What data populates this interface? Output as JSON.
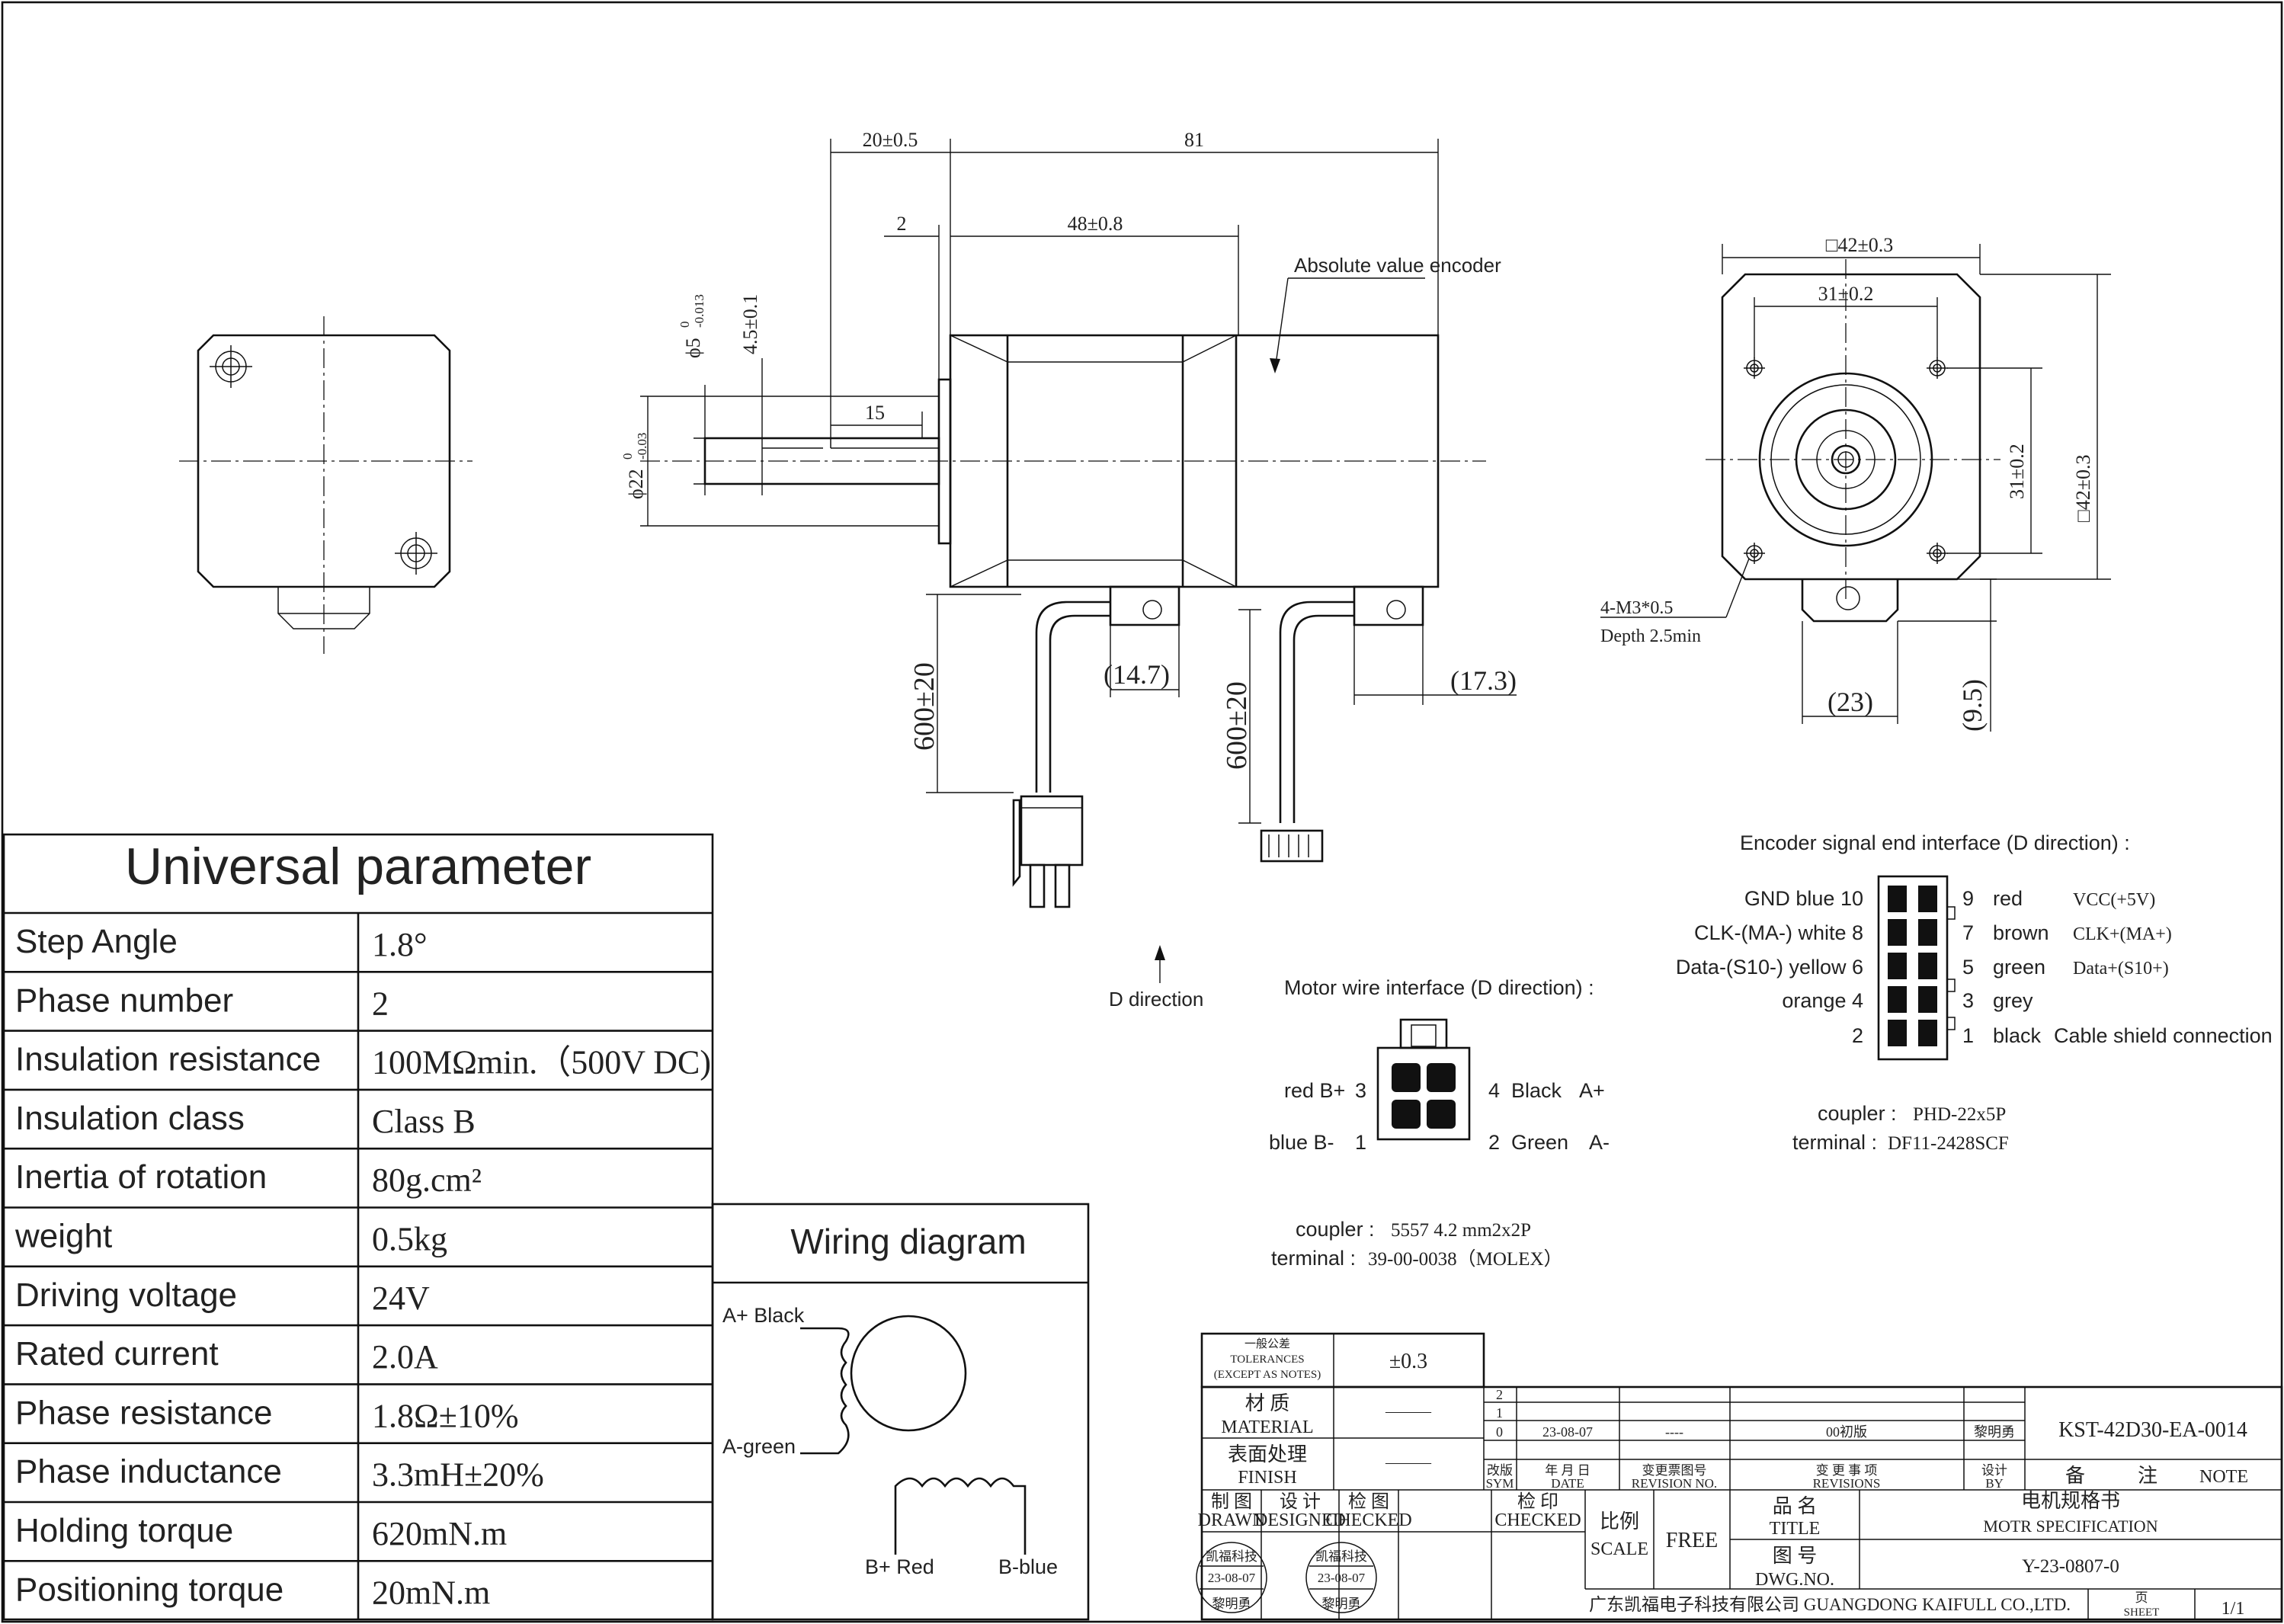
{
  "dimensions": {
    "shaft_offset": "20±0.5",
    "length": "81",
    "flange": "2",
    "body_length": "48±0.8",
    "shaft_dia": "ϕ5",
    "shaft_dia_tol_upper": "0",
    "shaft_dia_tol_lower": "-0.013",
    "flat": "4.5±0.1",
    "boss_dia": "ϕ22",
    "boss_tol_upper": "0",
    "boss_tol_lower": "-0.03",
    "flat_length": "15",
    "cable_length_motor": "600±20",
    "cable_length_encoder": "600±20",
    "conn_width_motor": "(14.7)",
    "conn_width_encoder": "(17.3)",
    "square": "□42±0.3",
    "hole_spacing": "31±0.2",
    "hole_spacing_v": "31±0.2",
    "square_v": "□42±0.3",
    "screw": "4-M3*0.5",
    "screw_depth": "Depth 2.5min",
    "conn_23": "(23)",
    "conn_95": "(9.5)"
  },
  "labels": {
    "encoder": "Absolute value encoder",
    "d_direction": "D direction"
  },
  "parameters": {
    "title": "Universal parameter",
    "rows": [
      {
        "name": "Step Angle",
        "value": "1.8°"
      },
      {
        "name": "Phase number",
        "value": "2"
      },
      {
        "name": "Insulation resistance",
        "value": "100MΩmin.（500V DC)"
      },
      {
        "name": "Insulation class",
        "value": "Class B"
      },
      {
        "name": "Inertia of rotation",
        "value": "80g.cm²"
      },
      {
        "name": "weight",
        "value": "0.5kg"
      },
      {
        "name": "Driving voltage",
        "value": "24V"
      },
      {
        "name": "Rated current",
        "value": "2.0A"
      },
      {
        "name": "Phase resistance",
        "value": "1.8Ω±10%"
      },
      {
        "name": "Phase inductance",
        "value": "3.3mH±20%"
      },
      {
        "name": "Holding torque",
        "value": "620mN.m"
      },
      {
        "name": "Positioning torque",
        "value": "20mN.m"
      }
    ]
  },
  "wiring": {
    "title": "Wiring diagram",
    "a_plus": "A+ Black",
    "a_minus": "A-green",
    "b_plus": "B+ Red",
    "b_minus": "B-blue"
  },
  "motor_interface": {
    "title": "Motor wire interface (D direction) :",
    "red": "red B+",
    "red_pin": "3",
    "blue": "blue B-",
    "blue_pin": "1",
    "pin4": "4",
    "black": "Black",
    "a_plus": "A+",
    "pin2": "2",
    "green": "Green",
    "a_minus": "A-",
    "coupler_label": "coupler :",
    "coupler": "5557 4.2 mm2x2P",
    "terminal_label": "terminal :",
    "terminal": "39-00-0038（MOLEX）"
  },
  "encoder_interface": {
    "title": "Encoder signal end interface (D direction) :",
    "left": [
      {
        "text": "GND blue 10"
      },
      {
        "text": "CLK-(MA-) white 8"
      },
      {
        "text": "Data-(S10-) yellow 6"
      },
      {
        "text": "orange 4"
      },
      {
        "text": "2"
      }
    ],
    "right_pins": [
      "9",
      "7",
      "5",
      "3",
      "1"
    ],
    "right_colors": [
      "red",
      "brown",
      "green",
      "grey",
      "black"
    ],
    "right_signals": [
      "VCC(+5V)",
      "CLK+(MA+)",
      "Data+(S10+)",
      "",
      "Cable shield connection"
    ],
    "coupler_label": "coupler :",
    "coupler": "PHD-22x5P",
    "terminal_label": "terminal :",
    "terminal": "DF11-2428SCF"
  },
  "title_block": {
    "tol_cn": "一般公差",
    "tol_en": "TOLERANCES",
    "tol_note": "(EXCEPT AS NOTES)",
    "tol_val": "±0.3",
    "material_cn": "材 质",
    "material_en": "MATERIAL",
    "material_val": "———",
    "finish_cn": "表面处理",
    "finish_en": "FINISH",
    "finish_val": "———",
    "rev2": "2",
    "rev1": "1",
    "rev0": "0",
    "date": "23-08-07",
    "dash": "----",
    "rev_desc": "00初版",
    "rev_by": "黎明勇",
    "sym_cn": "改版",
    "sym_en": "SYM",
    "date_cn": "年 月 日",
    "date_en": "DATE",
    "revno_cn": "变更票图号",
    "revno_en": "REVISION NO.",
    "revs_cn": "变 更 事 项",
    "revs_en": "REVISIONS",
    "by_cn": "设计",
    "by_en": "BY",
    "code": "KST-42D30-EA-0014",
    "note_cn1": "备",
    "note_cn2": "注",
    "note_en": "NOTE",
    "drawn_cn": "制 图",
    "drawn_en": "DRAWN",
    "designed_cn": "设 计",
    "designed_en": "DESIGNED",
    "checked_cn": "检 图",
    "checked_en": "CHECKED",
    "checked2_cn": "检 印",
    "checked2_en": "CHECKED",
    "stamp_company": "凯福科技",
    "stamp_date": "23-08-07",
    "stamp_name": "黎明勇",
    "scale_cn": "比例",
    "scale_en": "SCALE",
    "scale_val": "FREE",
    "title_cn": "品 名",
    "title_en": "TITLE",
    "title_val_cn": "电机规格书",
    "title_val_en": "MOTR SPECIFICATION",
    "dwg_cn": "图 号",
    "dwg_en": "DWG.NO.",
    "dwg_val": "Y-23-0807-0",
    "company": "广东凯福电子科技有限公司 GUANGDONG KAIFULL CO.,LTD.",
    "sheet_cn": "页",
    "sheet_en": "SHEET",
    "sheet_val": "1/1"
  }
}
